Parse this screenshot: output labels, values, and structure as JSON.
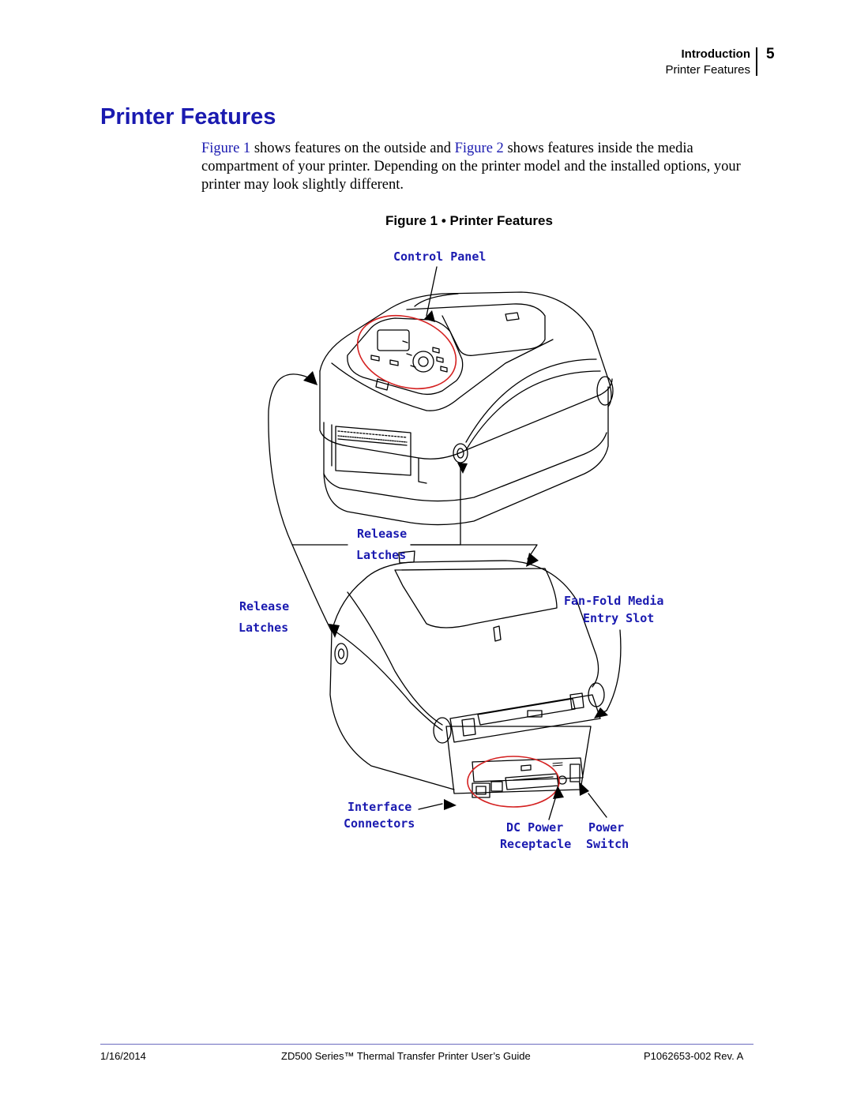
{
  "header": {
    "chapter": "Introduction",
    "section": "Printer Features",
    "page_number": "5"
  },
  "page_title": "Printer Features",
  "intro": {
    "link1": "Figure 1",
    "text1": " shows features on the outside and ",
    "link2": "Figure 2",
    "text2": " shows features inside the media compartment of your printer. Depending on the printer model and the installed options, your printer may look slightly different."
  },
  "figure": {
    "caption": "Figure 1 • Printer Features",
    "callouts": {
      "control_panel": "Control Panel",
      "release_latches_top_1": "Release",
      "release_latches_top_2": "Latches",
      "release_latches_left_1": "Release",
      "release_latches_left_2": "Latches",
      "fanfold_1": "Fan-Fold Media",
      "fanfold_2": "Entry Slot",
      "interface_1": "Interface",
      "interface_2": "Connectors",
      "dc_power_1": "DC Power",
      "dc_power_2": "Receptacle",
      "power_switch_1": "Power",
      "power_switch_2": "Switch"
    }
  },
  "footer": {
    "date": "1/16/2014",
    "guide": "ZD500 Series™ Thermal Transfer Printer User’s Guide",
    "doc_number": "P1062653-002 Rev. A"
  },
  "colors": {
    "link_blue": "#1a1ab0",
    "highlight_red": "#d42020"
  }
}
